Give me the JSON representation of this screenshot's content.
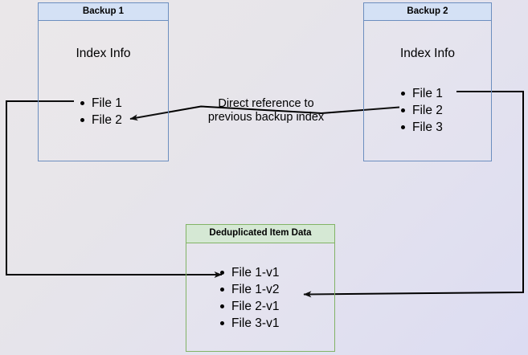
{
  "diagram": {
    "title_semantic": "backup-deduplication-reference-diagram",
    "colors": {
      "blue_fill": "#d4e1f5",
      "blue_stroke": "#6c8ebf",
      "green_fill": "#d5e8d4",
      "green_stroke": "#82b366",
      "line": "#000000",
      "background_start": "#eae7e9",
      "background_end": "#dcdcf2"
    },
    "backup1": {
      "header": "Backup 1",
      "section_label": "Index Info",
      "items": [
        "File 1",
        "File 2"
      ]
    },
    "backup2": {
      "header": "Backup 2",
      "section_label": "Index Info",
      "items": [
        "File 1",
        "File 2",
        "File 3"
      ]
    },
    "dedup": {
      "header": "Deduplicated Item Data",
      "items": [
        "File 1-v1",
        "File 1-v2",
        "File 2-v1",
        "File 3-v1"
      ]
    },
    "annotations": {
      "direct_reference": "Direct reference to\nprevious backup index"
    }
  }
}
